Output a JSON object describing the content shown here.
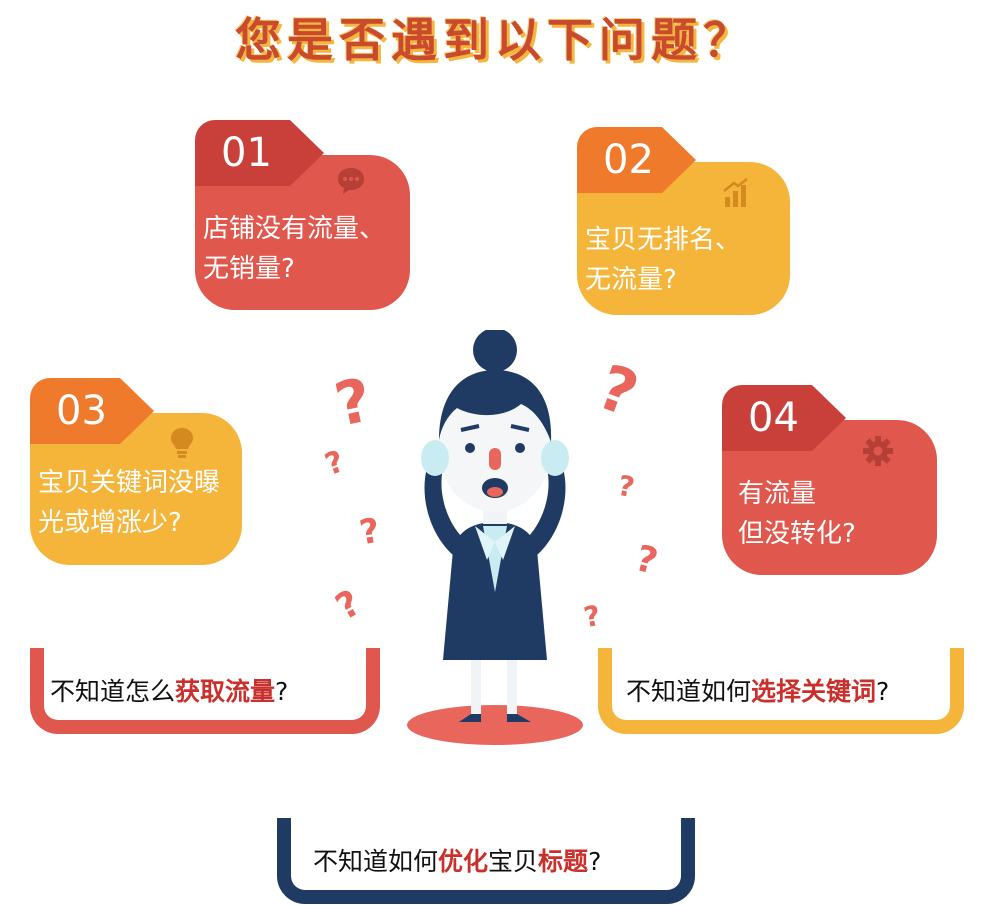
{
  "title": "您是否遇到以下问题？",
  "cards": [
    {
      "num": "01",
      "line1": "店铺没有流量、",
      "line2": "无销量?",
      "icon": "chat-bubble-icon"
    },
    {
      "num": "02",
      "line1": "宝贝无排名、",
      "line2": "无流量?",
      "icon": "bar-chart-icon"
    },
    {
      "num": "03",
      "line1": "宝贝关键词没曝",
      "line2": "光或增涨少?",
      "icon": "lightbulb-icon"
    },
    {
      "num": "04",
      "line1": "有流量",
      "line2": "但没转化?",
      "icon": "gear-icon"
    }
  ],
  "questions": [
    {
      "pre": "不知道怎么",
      "hl": "获取流量",
      "post": "?"
    },
    {
      "pre": "不知道如何",
      "hl": "选择关键词",
      "post": "?"
    },
    {
      "pre": "不知道如何",
      "hl": "优化",
      "mid": "宝贝",
      "hl2": "标题",
      "post": "?"
    }
  ],
  "colors": {
    "red": "#e0574d",
    "red_tab": "#c9403b",
    "yellow": "#f5b43a",
    "orange_tab": "#ef7a2c",
    "navy": "#1f3a63"
  }
}
